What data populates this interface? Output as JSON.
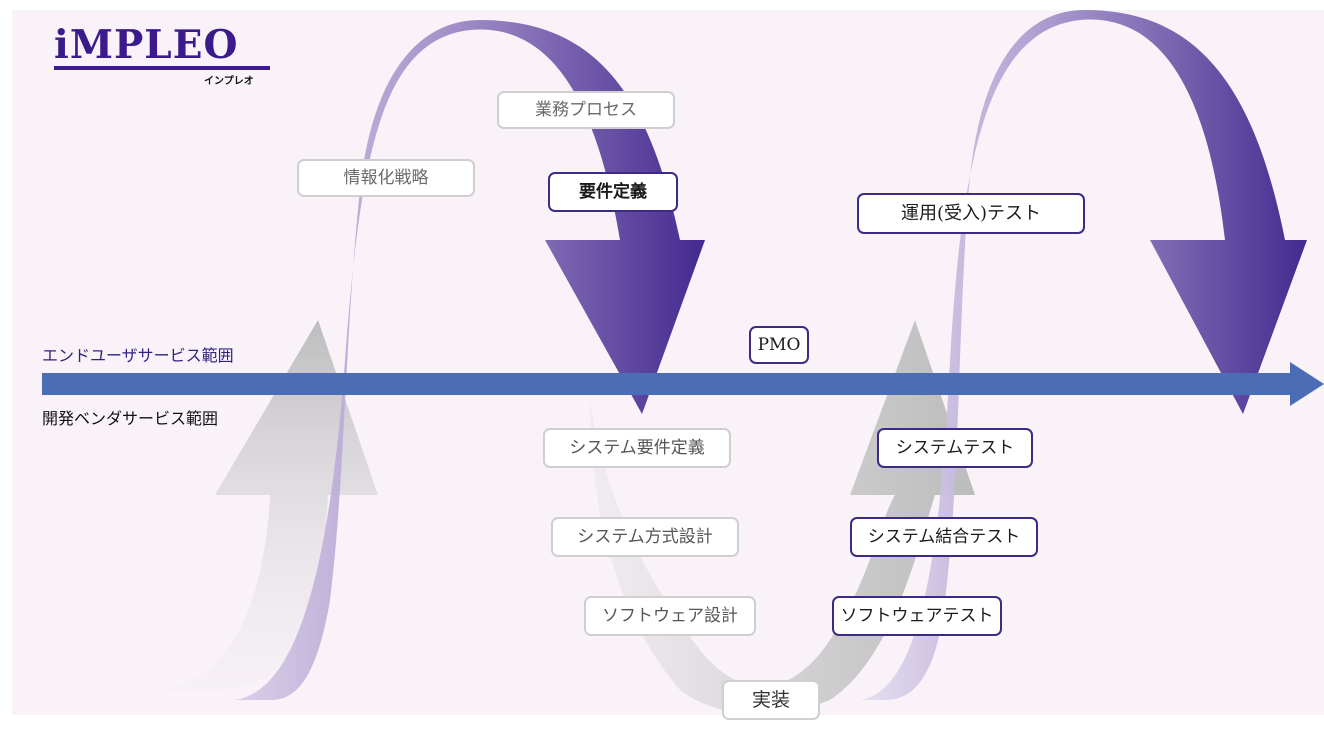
{
  "logo": {
    "name": "iMPLEO",
    "reading": "インプレオ"
  },
  "axis": {
    "end_user_scope": "エンドユーザサービス範囲",
    "vendor_scope": "開発ベンダサービス範囲"
  },
  "phases": {
    "business_process": "業務プロセス",
    "it_strategy": "情報化戦略",
    "requirements_definition": "要件定義",
    "operational_acceptance_test": "運用(受入)テスト",
    "pmo": "PMO",
    "system_requirements_definition": "システム要件定義",
    "system_architecture_design": "システム方式設計",
    "software_design": "ソフトウェア設計",
    "implementation": "実装",
    "system_test": "システムテスト",
    "system_integration_test": "システム結合テスト",
    "software_test": "ソフトウェアテスト"
  },
  "colors": {
    "background": "#f9f3f9",
    "axis_arrow": "#4a6db5",
    "purple_arrow": "#3a1f8a",
    "grey_arrow": "#b9b9b9",
    "logo": "#3b1a8c"
  }
}
